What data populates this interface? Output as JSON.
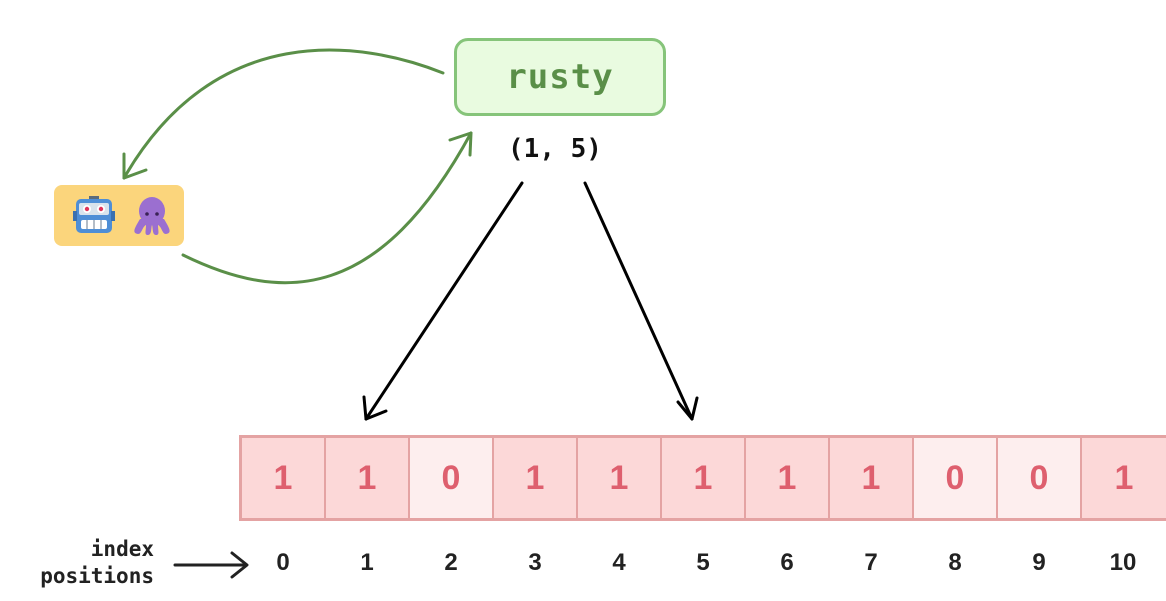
{
  "node": {
    "label": "rusty",
    "tuple": "(1, 5)"
  },
  "emojis": [
    "robot-face",
    "octopus"
  ],
  "array": {
    "cells": [
      "1",
      "1",
      "0",
      "1",
      "1",
      "1",
      "1",
      "1",
      "0",
      "0",
      "1"
    ],
    "indices": [
      "0",
      "1",
      "2",
      "3",
      "4",
      "5",
      "6",
      "7",
      "8",
      "9",
      "10"
    ],
    "highlight_indices": [
      1,
      5
    ]
  },
  "index_label": {
    "line1": "index",
    "line2": "positions"
  },
  "colors": {
    "node_fill": "#e9fbe0",
    "node_border": "#86c47a",
    "node_text": "#5a8f48",
    "cell_one_fill": "#fcd8d8",
    "cell_zero_fill": "#fdeeee",
    "cell_border": "#e4a3a3",
    "cell_text": "#de5f6e",
    "emoji_box": "#fbd57c",
    "curve_arrow": "#5a8f48",
    "pointer_arrow": "#000000"
  }
}
